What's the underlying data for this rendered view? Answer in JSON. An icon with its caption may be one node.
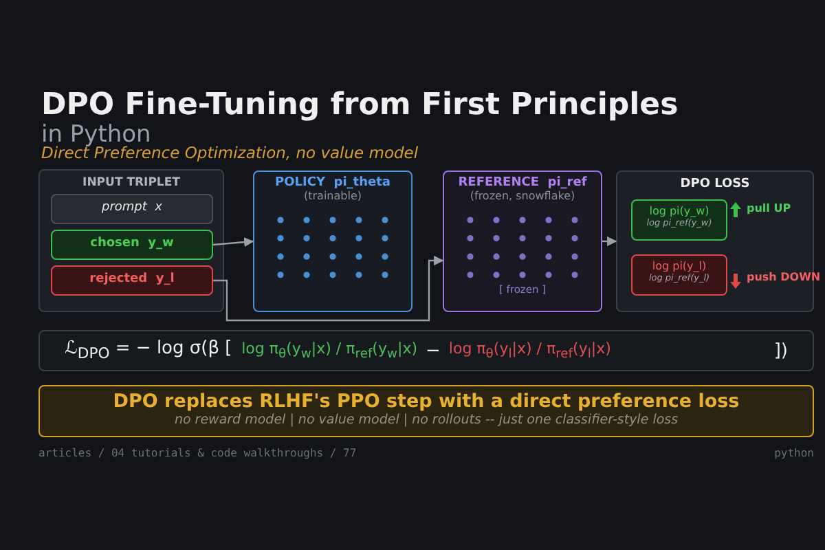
{
  "diagram": {
    "title": "DPO Fine-Tuning from First Principles",
    "nodes": [
      {
        "text": [
          "INPUT TRIPLET"
        ]
      },
      {
        "text": [
          "prompt  x"
        ],
        "in": 0
      },
      {
        "text": [
          "chosen  y_w"
        ],
        "in": 0
      },
      {
        "text": [
          "rejected  y_l"
        ],
        "in": 0
      },
      {
        "text": [
          "POLICY  pi_theta",
          "(trainable)"
        ]
      },
      {
        "text": [
          "REFERENCE  pi_ref",
          "(frozen, snowflake)",
          "[ frozen ]"
        ]
      },
      {
        "text": [
          "DPO LOSS"
        ]
      },
      {
        "text": [
          "log pi(y_w)",
          "log pi_ref(y_w)"
        ],
        "in": 6,
        "beside": [
          "pull UP"
        ]
      },
      {
        "text": [
          "log pi(y_l)",
          "log pi_ref(y_l)"
        ],
        "in": 6,
        "beside": [
          "push DOWN"
        ]
      },
      {
        "text": [
          "ℒ$_{DPO}$ = − log σ(β [",
          "log π$_{θ}$(y$_{w}$|x) / π$_{ref}$(y$_{w}$|x)",
          "−",
          "log π$_{θ}$(y$_{l}$|x) / π$_{ref}$(y$_{l}$|x)",
          "])"
        ]
      },
      {
        "text": [
          "DPO replaces RLHF's PPO step with a direct preference loss",
          "no reward model | no value model | no rollouts -- just one classifier-style loss"
        ]
      }
    ],
    "edges": [
      {
        "from": 2,
        "to": 4,
        "arrow": "to"
      },
      {
        "from": 3,
        "to": 5,
        "arrow": "to"
      },
      {
        "from": 5,
        "to": 6,
        "arrow": "to"
      }
    ],
    "labels": [
      "in Python",
      "Direct Preference Optimization, no value model",
      "articles / 04 tutorials & code walkthroughs / 77",
      "python"
    ]
  }
}
